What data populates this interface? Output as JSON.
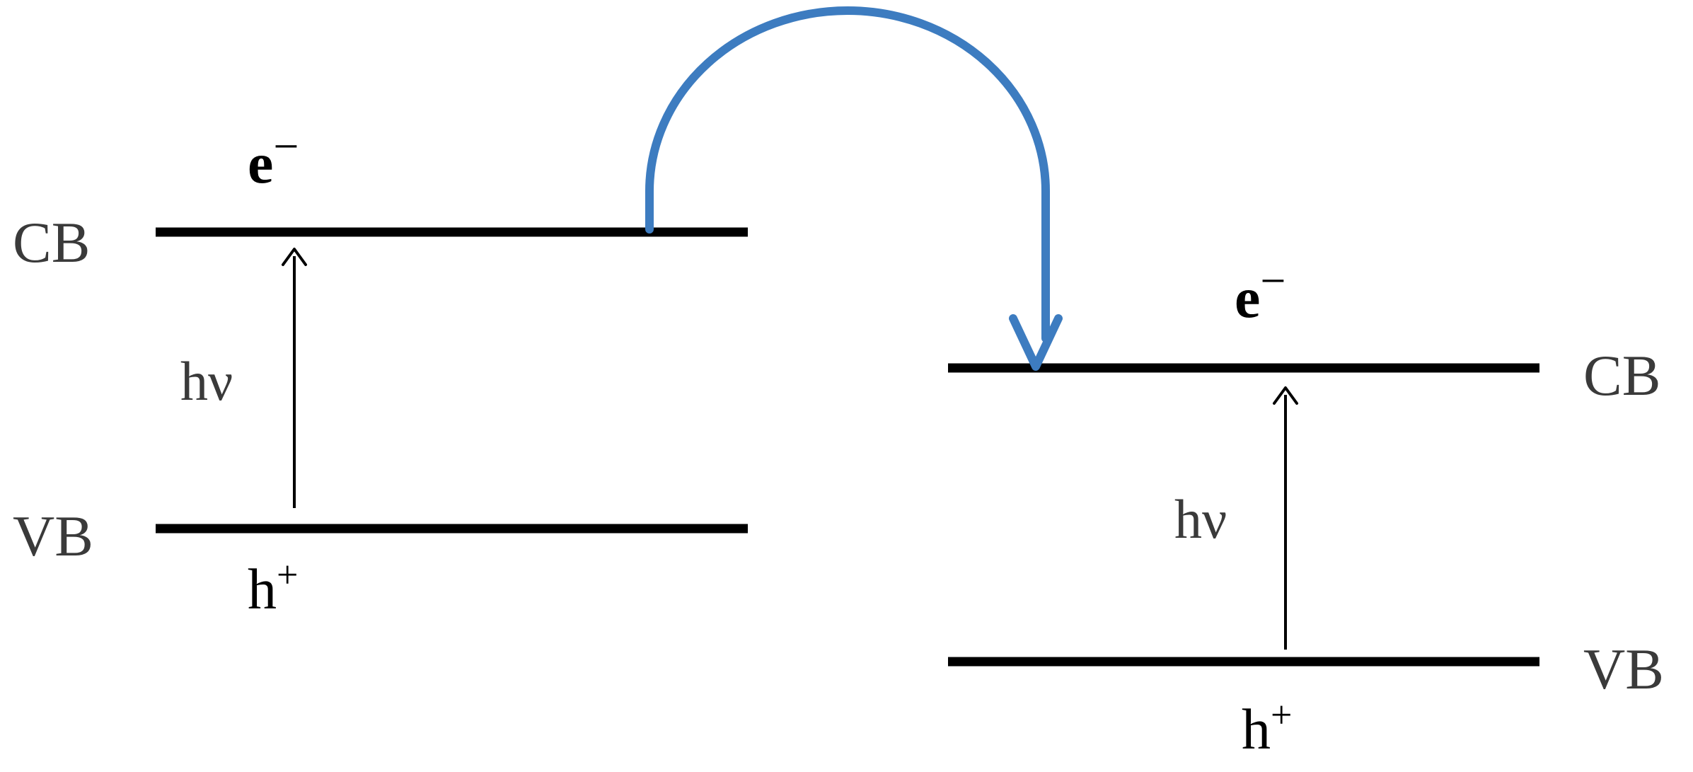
{
  "colors": {
    "band": "#000000",
    "label": "#3a3a3a",
    "transfer_arrow": "#3d7cc0"
  },
  "left": {
    "cb_label": "CB",
    "vb_label": "VB",
    "electron": "e",
    "electron_sign": "−",
    "photon": "hν",
    "hole": "h",
    "hole_sign": "+"
  },
  "right": {
    "cb_label": "CB",
    "vb_label": "VB",
    "electron": "e",
    "electron_sign": "−",
    "photon": "hν",
    "hole": "h",
    "hole_sign": "+"
  }
}
